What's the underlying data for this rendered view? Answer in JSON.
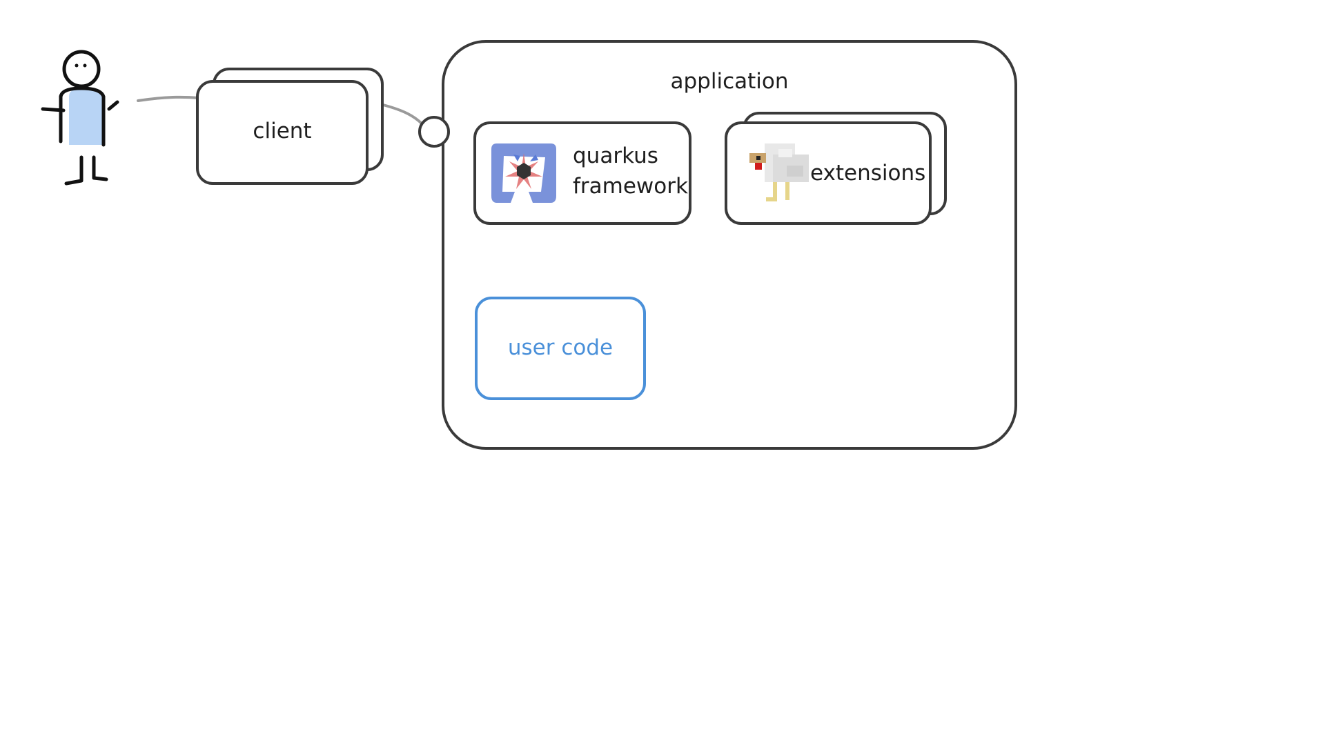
{
  "nodes": {
    "client": {
      "label": "client"
    },
    "application": {
      "label": "application"
    },
    "quarkus": {
      "line1": "quarkus",
      "line2": "framework"
    },
    "extensions": {
      "label": "extensions"
    },
    "user_code": {
      "label": "user code"
    }
  },
  "icons": {
    "user": "stick-figure-icon",
    "quarkus": "quarkus-logo-icon",
    "extensions": "pixel-chicken-icon"
  },
  "colors": {
    "stroke": "#3a3a3a",
    "connector": "#9a9a9a",
    "user_code": "#4a90d9",
    "person_body": "#b8d4f5"
  }
}
